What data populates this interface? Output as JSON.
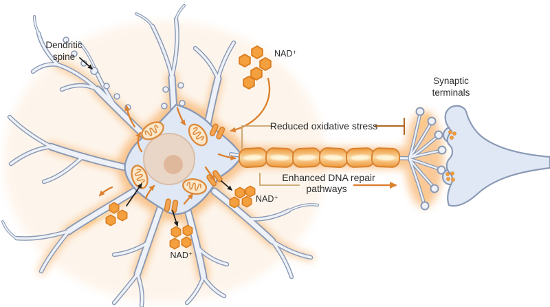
{
  "figure": {
    "labels": {
      "dendritic_spine": {
        "line1": "Dendritic",
        "line2": "spine"
      },
      "nad_top": "NAD⁺",
      "nad_right": "NAD⁺",
      "nad_bottom": "NAD⁺",
      "reduced_oxidative_stress": "Reduced oxidative stress",
      "enhanced_dna_repair": {
        "line1": "Enhanced DNA repair",
        "line2": "pathways"
      },
      "synaptic_terminals": {
        "line1": "Synaptic",
        "line2": "terminals"
      }
    },
    "molecule_clusters": [
      {
        "name": "nad-cluster-top",
        "hexagons": 5,
        "labeled": true
      },
      {
        "name": "nad-cluster-right",
        "hexagons": 4,
        "labeled": true
      },
      {
        "name": "nad-cluster-bottom",
        "hexagons": 4,
        "labeled": true
      },
      {
        "name": "nad-cluster-left",
        "hexagons": 3,
        "labeled": false
      }
    ],
    "counts": {
      "mitochondria": 4,
      "membrane_receptors": 3,
      "myelin_segments": 6,
      "vesicle_pockets": 2,
      "black_arrows": 4,
      "orange_arrows": 9
    },
    "annotations": {
      "reduced_oxidative_stress_end": "inhibition-bar",
      "enhanced_dna_repair_end": "arrowhead"
    },
    "colors": {
      "membrane": "#8a99b5",
      "cytoplasm": "#dfe8f4",
      "tube_fill": "#eef2f8",
      "glow": "#f5a14b",
      "glow_bright": "#ffc97e",
      "glow_core": "#fff3d4",
      "hex_fill": "#f5a03f",
      "hex_stroke": "#db7e20",
      "mito_fill": "#fbe7c9",
      "mito_stroke": "#dd8b3e",
      "receptor_fill": "#f2a452",
      "receptor_stroke": "#d9822d",
      "nucleus_fill": "#ead6c6",
      "nucleus_stroke": "#d9bda7",
      "nucleolus_fill": "#dfb89c",
      "myelin_fill": "#f5a851",
      "myelin_stroke": "#d9822f",
      "arrow_orange": "#dc8130",
      "arrow_black": "#1d1d1d",
      "bracket_tan": "#c8a36b",
      "inhibit_line": "#b06a28",
      "text_color": "#2b2b2b",
      "background": "#ffffff"
    }
  }
}
